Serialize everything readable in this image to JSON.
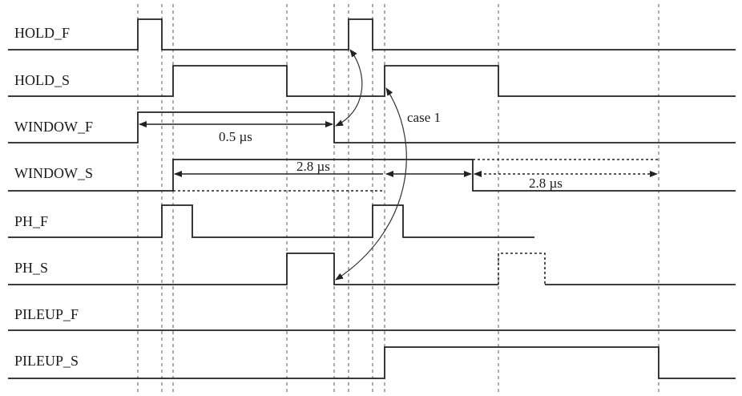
{
  "signals": [
    {
      "id": "hold-f",
      "label": "HOLD_F"
    },
    {
      "id": "hold-s",
      "label": "HOLD_S"
    },
    {
      "id": "window-f",
      "label": "WINDOW_F"
    },
    {
      "id": "window-s",
      "label": "WINDOW_S"
    },
    {
      "id": "ph-f",
      "label": "PH_F"
    },
    {
      "id": "ph-s",
      "label": "PH_S"
    },
    {
      "id": "pileup-f",
      "label": "PILEUP_F"
    },
    {
      "id": "pileup-s",
      "label": "PILEUP_S"
    }
  ],
  "annotations": {
    "window_f_duration": "0.5 µs",
    "window_s_duration_1": "2.8 µs",
    "window_s_duration_2": "2.8 µs",
    "case_label": "case 1"
  }
}
